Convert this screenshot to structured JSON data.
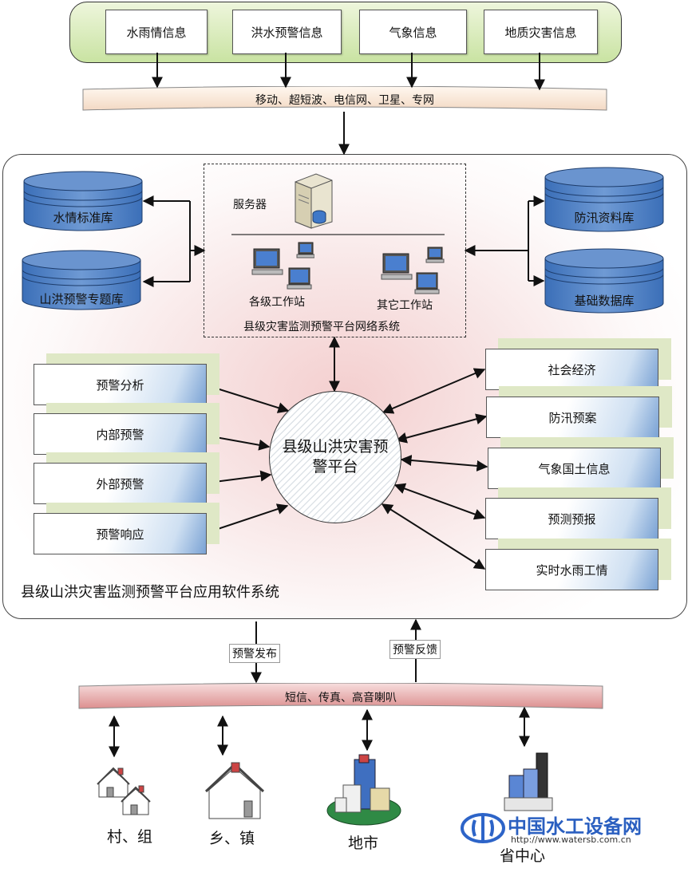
{
  "sources": [
    "水雨情信息",
    "洪水预警信息",
    "气象信息",
    "地质灾害信息"
  ],
  "channel_top": "移动、超短波、电信网、卫星、专网",
  "network": {
    "server": "服务器",
    "station_levels": "各级工作站",
    "station_other": "其它工作站",
    "title": "县级灾害监测预警平台网络系统"
  },
  "databases_left": [
    "水情标准库",
    "山洪预警专题库"
  ],
  "databases_right": [
    "防汛资料库",
    "基础数据库"
  ],
  "functions_left": [
    "预警分析",
    "内部预警",
    "外部预警",
    "预警响应"
  ],
  "functions_right": [
    "社会经济",
    "防汛预案",
    "气象国土信息",
    "预测预报",
    "实时水雨工情"
  ],
  "platform": "县级山洪灾害预警平台",
  "system_title": "县级山洪灾害监测预警平台应用软件系统",
  "release": "预警发布",
  "feedback": "预警反馈",
  "channel_bottom": "短信、传真、高音喇叭",
  "receivers": [
    "村、组",
    "乡、镇",
    "地市",
    "省中心"
  ],
  "watermark": {
    "name": "中国水工设备网",
    "url": "http://www.watersb.com.cn"
  }
}
